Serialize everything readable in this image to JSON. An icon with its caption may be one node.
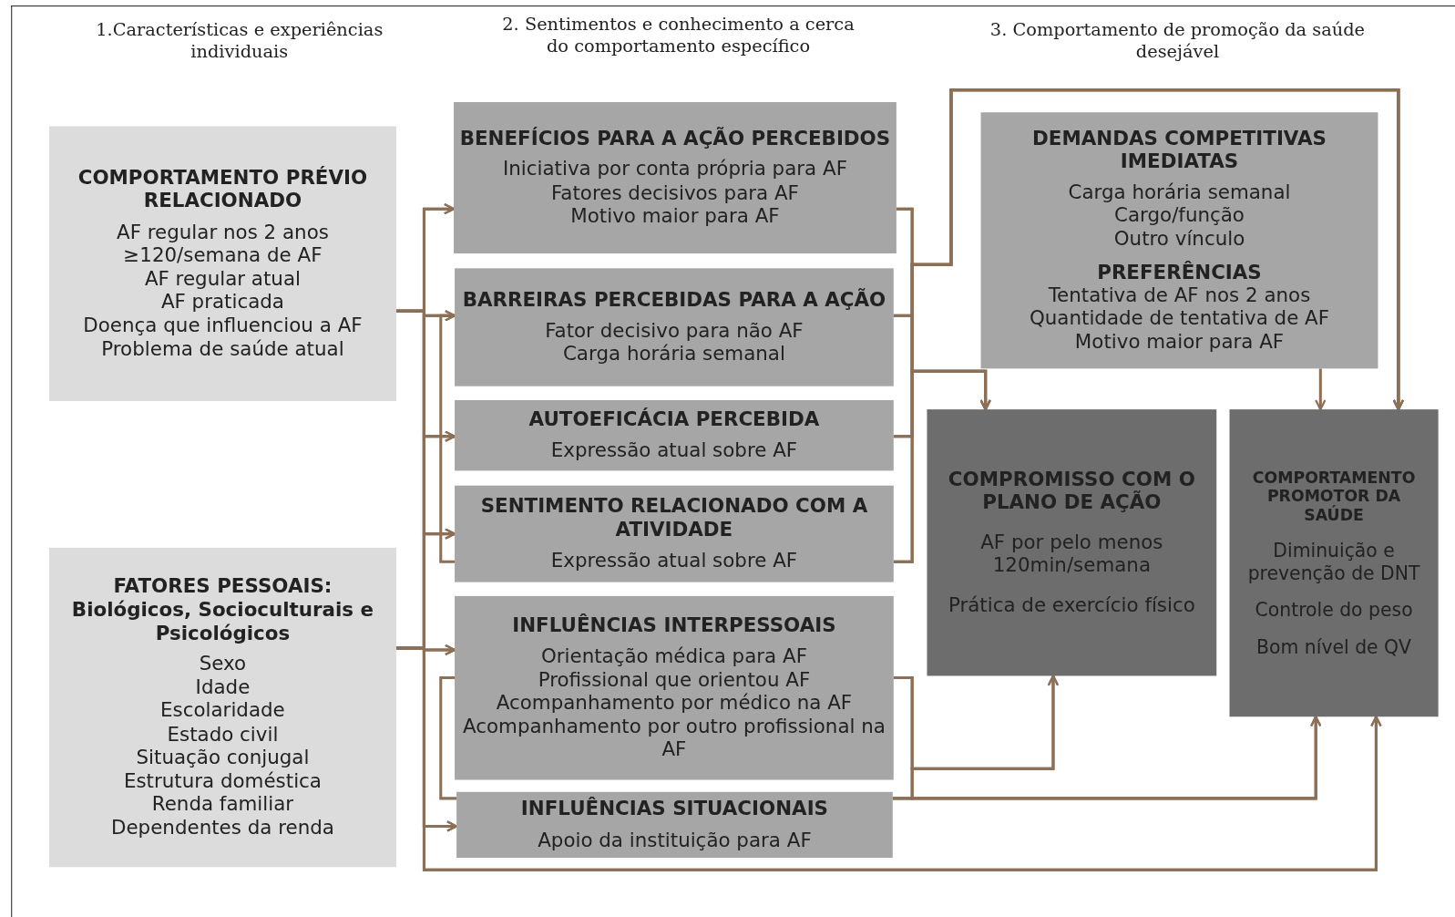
{
  "diagram": {
    "nodes": [
      {
        "text": [
          "COMPORTAMENTO PRÉVIO RELACIONADO",
          "AF regular nos 2 anos",
          "≥120/semana de AF",
          "AF regular atual",
          "AF praticada",
          "Doença que influenciou a AF",
          "Problema de saúde atual"
        ]
      },
      {
        "text": [
          "FATORES PESSOAIS: Biológicos, Socioculturais e Psicológicos",
          "Sexo",
          "Idade",
          "Escolaridade",
          "Estado civil",
          "Situação conjugal",
          "Estrutura doméstica",
          "Renda familiar",
          "Dependentes da renda"
        ]
      },
      {
        "text": [
          "BENEFÍCIOS PARA A AÇÃO PERCEBIDOS",
          "Iniciativa por conta própria para AF",
          "Fatores decisivos para AF",
          "Motivo maior para AF"
        ]
      },
      {
        "text": [
          "BARREIRAS PERCEBIDAS PARA A AÇÃO",
          "Fator decisivo para não AF",
          "Carga horária semanal"
        ]
      },
      {
        "text": [
          "AUTOEFICÁCIA PERCEBIDA",
          "Expressão atual sobre AF"
        ]
      },
      {
        "text": [
          "SENTIMENTO RELACIONADO COM A ATIVIDADE",
          "Expressão atual sobre AF"
        ]
      },
      {
        "text": [
          "INFLUÊNCIAS INTERPESSOAIS",
          "Orientação médica para AF",
          "Profissional que orientou AF",
          "Acompanhamento por médico na AF",
          "Acompanhamento por outro profissional na AF"
        ]
      },
      {
        "text": [
          "INFLUÊNCIAS SITUACIONAIS",
          "Apoio da instituição para AF"
        ]
      },
      {
        "text": [
          "DEMANDAS COMPETITIVAS IMEDIATAS",
          "Carga horária semanal",
          "Cargo/função",
          "Outro vínculo",
          "PREFERÊNCIAS",
          "Tentativa de AF nos 2 anos",
          "Quantidade de tentativa de AF",
          "Motivo maior para AF"
        ]
      },
      {
        "text": [
          "COMPROMISSO COM O PLANO DE AÇÃO",
          "AF por pelo menos 120min/semana",
          "Prática de exercício físico"
        ]
      },
      {
        "text": [
          "COMPORTAMENTO PROMOTOR DA SAÚDE",
          "Diminuição e prevenção de DNT",
          "Controle do peso",
          "Bom nível de QV"
        ]
      }
    ],
    "edges": [
      {
        "from": 0,
        "to": 2,
        "arrow": "to"
      },
      {
        "from": 0,
        "to": 3,
        "arrow": "to"
      },
      {
        "from": 0,
        "to": 4,
        "arrow": "to"
      },
      {
        "from": 0,
        "to": 5,
        "arrow": "to"
      },
      {
        "from": 0,
        "to": 6,
        "arrow": "to"
      },
      {
        "from": 0,
        "to": 7,
        "arrow": "to"
      },
      {
        "from": 1,
        "to": 2,
        "arrow": "to"
      },
      {
        "from": 1,
        "to": 3,
        "arrow": "to"
      },
      {
        "from": 1,
        "to": 4,
        "arrow": "to"
      },
      {
        "from": 1,
        "to": 5,
        "arrow": "to"
      },
      {
        "from": 1,
        "to": 6,
        "arrow": "to"
      },
      {
        "from": 1,
        "to": 7,
        "arrow": "to"
      },
      {
        "from": 0,
        "to": 10,
        "arrow": "to"
      },
      {
        "from": 1,
        "to": 10,
        "arrow": "to"
      },
      {
        "from": 3,
        "to": 5,
        "arrow": "none"
      },
      {
        "from": 6,
        "to": 7,
        "arrow": "none"
      },
      {
        "from": 2,
        "to": 9,
        "arrow": "to"
      },
      {
        "from": 3,
        "to": 9,
        "arrow": "to"
      },
      {
        "from": 4,
        "to": 9,
        "arrow": "to"
      },
      {
        "from": 5,
        "to": 9,
        "arrow": "to"
      },
      {
        "from": 2,
        "to": 10,
        "arrow": "to"
      },
      {
        "from": 3,
        "to": 10,
        "arrow": "to"
      },
      {
        "from": 4,
        "to": 10,
        "arrow": "to"
      },
      {
        "from": 5,
        "to": 10,
        "arrow": "to"
      },
      {
        "from": 6,
        "to": 9,
        "arrow": "to"
      },
      {
        "from": 7,
        "to": 9,
        "arrow": "to"
      },
      {
        "from": 6,
        "to": 10,
        "arrow": "to"
      },
      {
        "from": 7,
        "to": 10,
        "arrow": "to"
      },
      {
        "from": 8,
        "to": 10,
        "arrow": "to"
      }
    ],
    "labels": [
      "1.Características e experiências individuais",
      "2. Sentimentos e conhecimento a cerca do comportamento específico",
      "3. Comportamento de promoção da saúde desejável"
    ]
  }
}
